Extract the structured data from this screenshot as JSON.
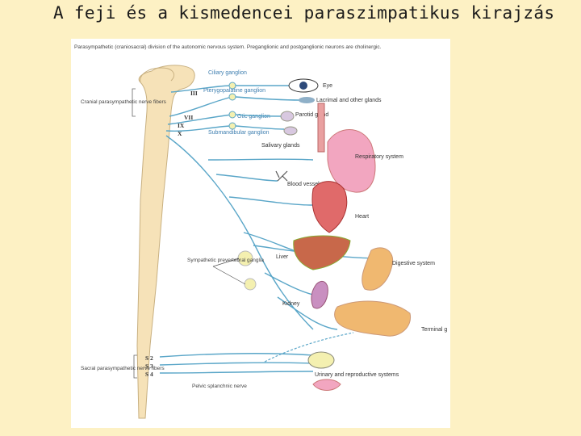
{
  "title": "A feji és a kismedencei paraszimpatikus kirajzás",
  "figure": {
    "caption": "Parasympathetic (craniosacral) division of the autonomic nervous system. Preganglionic and postganglionic neurons are cholinergic.",
    "cranial_nerves": [
      "III",
      "VII",
      "IX",
      "X"
    ],
    "sacral_segments": [
      "S 2",
      "S 3",
      "S 4"
    ],
    "labels": {
      "ciliary_ganglion": "Ciliary ganglion",
      "pterygopalatine_ganglion": "Pterygopalatine ganglion",
      "otic_ganglion": "Otic ganglion",
      "submandibular_ganglion": "Submandibular ganglion",
      "cranial_fibers": "Cranial parasympathetic nerve fibers",
      "eye": "Eye",
      "lacrimal": "Lacrimal and other glands",
      "parotid": "Parotid gland",
      "salivary": "Salivary glands",
      "respiratory": "Respiratory system",
      "blood_vessels": "Blood vessels",
      "heart": "Heart",
      "liver": "Liver",
      "digestive": "Digestive system",
      "kidney": "Kidney",
      "terminal": "Terminal g",
      "sympathetic_ganglia": "Sympathetic prevertebral ganglia",
      "sacral_fibers": "Sacral parasympathetic nerve fibers",
      "urinary": "Urinary and reproductive systems",
      "pelvic": "Pelvic splanchnic nerve"
    }
  },
  "colors": {
    "slide_bg": "#fdf1c4",
    "nerve": "#5aa6c8",
    "spinal_cord": "#f6e2b8",
    "organ_red": "#e06a6a",
    "organ_pink": "#f2a6c0",
    "liver": "#c8684a",
    "gut": "#f0b870",
    "ganglion": "#f4f0b0"
  }
}
